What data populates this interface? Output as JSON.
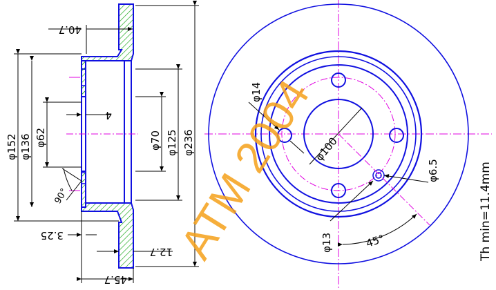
{
  "labels": {
    "d152": "φ152",
    "d136": "φ136",
    "d62": "φ62",
    "d70": "φ70",
    "d125": "φ125",
    "d236": "φ236",
    "t40_7": "40.7",
    "t4": "4",
    "t3_25": "3.25",
    "t12_7": "12.7",
    "t45_7": "45.7",
    "a90": "90°",
    "d14": "φ14",
    "d100": "φ100",
    "d6_5": "φ6.5",
    "d13": "φ13",
    "a45": "45°"
  },
  "watermark": "ATM 2004",
  "thickness_min": "Th min=11.4mm",
  "colors": {
    "outline": "#1010e0",
    "centerline": "#e000e0",
    "hatch": "#1aa81a",
    "watermark": "#f5a01a",
    "dimension": "#000000"
  }
}
